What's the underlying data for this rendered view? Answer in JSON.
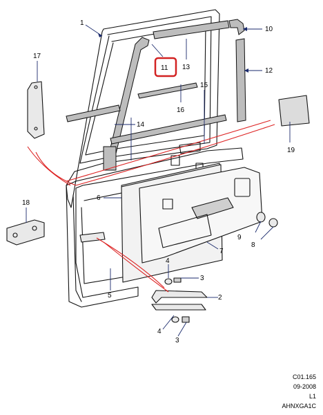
{
  "diagram": {
    "callouts": [
      {
        "id": "1",
        "text": "1"
      },
      {
        "id": "2",
        "text": "2"
      },
      {
        "id": "3a",
        "text": "3"
      },
      {
        "id": "3b",
        "text": "3"
      },
      {
        "id": "4a",
        "text": "4"
      },
      {
        "id": "4b",
        "text": "4"
      },
      {
        "id": "5",
        "text": "5"
      },
      {
        "id": "6",
        "text": "6"
      },
      {
        "id": "7",
        "text": "7"
      },
      {
        "id": "8",
        "text": "8"
      },
      {
        "id": "9",
        "text": "9"
      },
      {
        "id": "10",
        "text": "10"
      },
      {
        "id": "11",
        "text": "11",
        "highlight": true
      },
      {
        "id": "12",
        "text": "12"
      },
      {
        "id": "13",
        "text": "13"
      },
      {
        "id": "14",
        "text": "14"
      },
      {
        "id": "15",
        "text": "15"
      },
      {
        "id": "16",
        "text": "16"
      },
      {
        "id": "17",
        "text": "17"
      },
      {
        "id": "18",
        "text": "18"
      },
      {
        "id": "19",
        "text": "19"
      }
    ],
    "highlight_color": "#d22222",
    "leader_color": "#1a2a6c"
  },
  "footer": {
    "code": "C01.165",
    "date": "09-2008",
    "level": "L1",
    "ref": "AHNXGA1C"
  }
}
